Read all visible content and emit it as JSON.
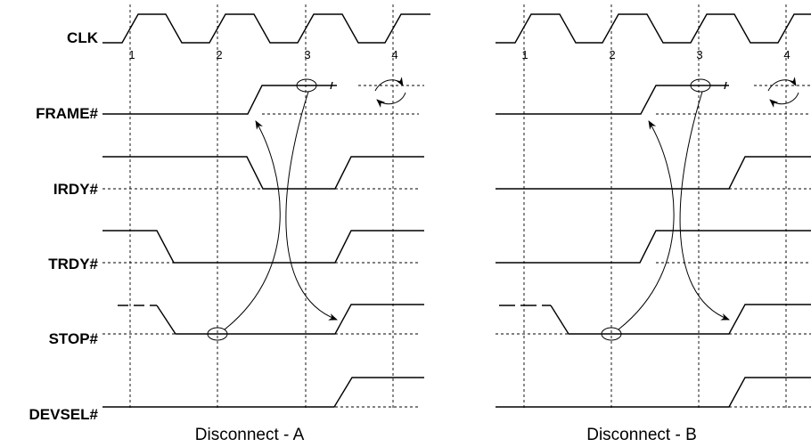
{
  "signals": {
    "clk": "CLK",
    "frame": "FRAME#",
    "irdy": "IRDY#",
    "trdy": "TRDY#",
    "stop": "STOP#",
    "devsel": "DEVSEL#"
  },
  "clock_numbers": [
    "1",
    "2",
    "3",
    "4"
  ],
  "captions": {
    "left": "Disconnect - A",
    "right": "Disconnect - B"
  }
}
